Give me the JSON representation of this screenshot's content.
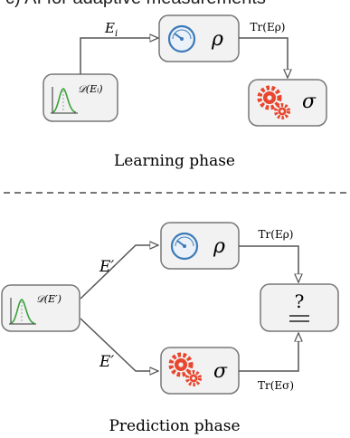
{
  "header": {
    "title": "c) AI for adaptive measurements"
  },
  "learning": {
    "edge_in": "E",
    "edge_in_sub": "i",
    "dist_label": "𝒟(Eᵢ)",
    "state": "ρ",
    "edge_out": "Tr(Eρ)",
    "model": "σ",
    "caption": "Learning phase"
  },
  "prediction": {
    "edge_top": "E′",
    "edge_bottom": "E′",
    "dist_label": "𝒟(E′)",
    "state": "ρ",
    "model": "σ",
    "out_top": "Tr(Eρ)",
    "out_bottom": "Tr(Eσ)",
    "result": "?",
    "caption": "Prediction phase"
  },
  "colors": {
    "box_fill": "#f2f2f2",
    "box_stroke": "#777777",
    "gear": "#e8462e",
    "gauge": "#3d7ab8",
    "curve": "#3aa33a"
  }
}
